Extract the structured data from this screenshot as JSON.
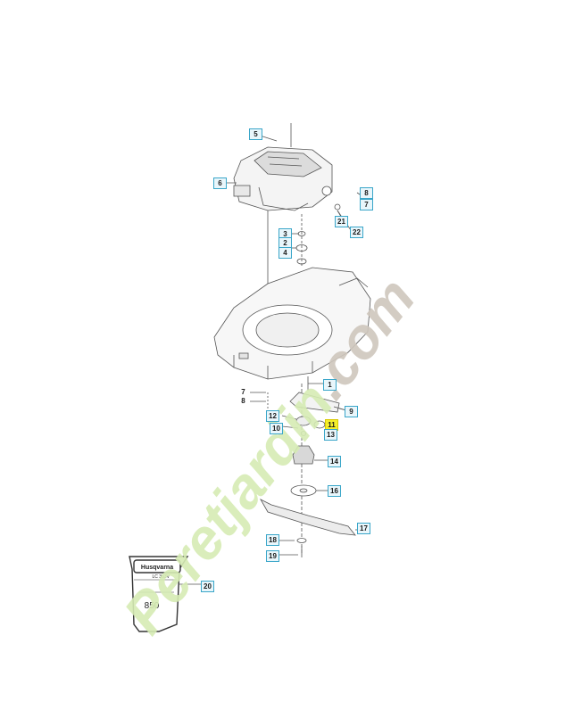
{
  "callouts": [
    {
      "id": "c5",
      "label": "5",
      "style": "box"
    },
    {
      "id": "c6",
      "label": "6",
      "style": "box"
    },
    {
      "id": "c8a",
      "label": "8",
      "style": "box"
    },
    {
      "id": "c7a",
      "label": "7",
      "style": "box"
    },
    {
      "id": "c21",
      "label": "21",
      "style": "box"
    },
    {
      "id": "c22",
      "label": "22",
      "style": "box"
    },
    {
      "id": "c3",
      "label": "3",
      "style": "box"
    },
    {
      "id": "c2",
      "label": "2",
      "style": "box"
    },
    {
      "id": "c4",
      "label": "4",
      "style": "box"
    },
    {
      "id": "c1",
      "label": "1",
      "style": "box"
    },
    {
      "id": "c7b",
      "label": "7",
      "style": "plain"
    },
    {
      "id": "c8b",
      "label": "8",
      "style": "plain"
    },
    {
      "id": "c9",
      "label": "9",
      "style": "box"
    },
    {
      "id": "c12",
      "label": "12",
      "style": "box"
    },
    {
      "id": "c10",
      "label": "10",
      "style": "box"
    },
    {
      "id": "c11",
      "label": "11",
      "style": "highlight"
    },
    {
      "id": "c13",
      "label": "13",
      "style": "box"
    },
    {
      "id": "c14",
      "label": "14",
      "style": "box"
    },
    {
      "id": "c16",
      "label": "16",
      "style": "box"
    },
    {
      "id": "c17",
      "label": "17",
      "style": "box"
    },
    {
      "id": "c18",
      "label": "18",
      "style": "box"
    },
    {
      "id": "c19",
      "label": "19",
      "style": "box"
    },
    {
      "id": "c20",
      "label": "20",
      "style": "box"
    }
  ],
  "decal": {
    "brand": "Husqvarna",
    "model": "LC 353V",
    "bottom": "850"
  },
  "watermark": {
    "text": "Peretjardin.com",
    "color_green": "#d6ecb4",
    "color_grey": "#cfc7bd"
  }
}
